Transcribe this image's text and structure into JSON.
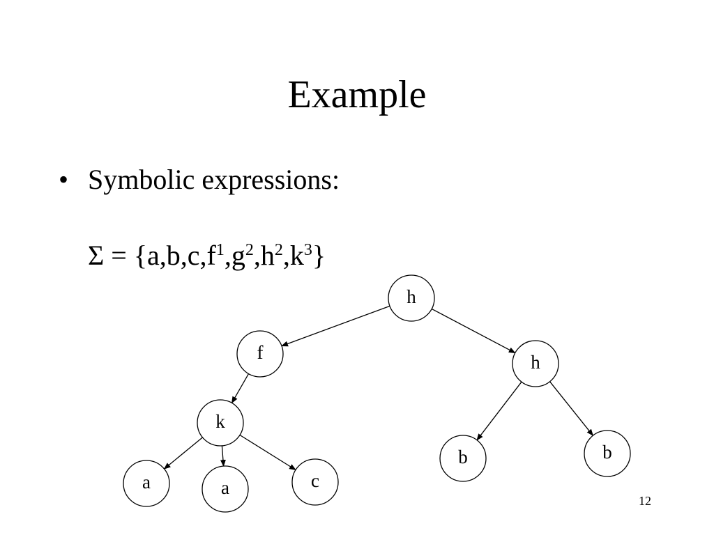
{
  "slide": {
    "title": "Example",
    "bullet_marker": "•",
    "bullet_text": "Symbolic expressions:",
    "page_number": "12"
  },
  "signature": {
    "prefix": "Σ = {a,b,c,f",
    "f_arity": "1",
    "sep_g": ",g",
    "g_arity": "2",
    "sep_h": ",h",
    "h_arity": "2",
    "sep_k": ",k",
    "k_arity": "3",
    "suffix": "}"
  },
  "tree": {
    "root": {
      "label": "h",
      "children": [
        {
          "label": "f",
          "children": [
            {
              "label": "k",
              "children": [
                {
                  "label": "a"
                },
                {
                  "label": "a"
                },
                {
                  "label": "c"
                }
              ]
            }
          ]
        },
        {
          "label": "h",
          "children": [
            {
              "label": "b"
            },
            {
              "label": "b"
            }
          ]
        }
      ]
    }
  }
}
